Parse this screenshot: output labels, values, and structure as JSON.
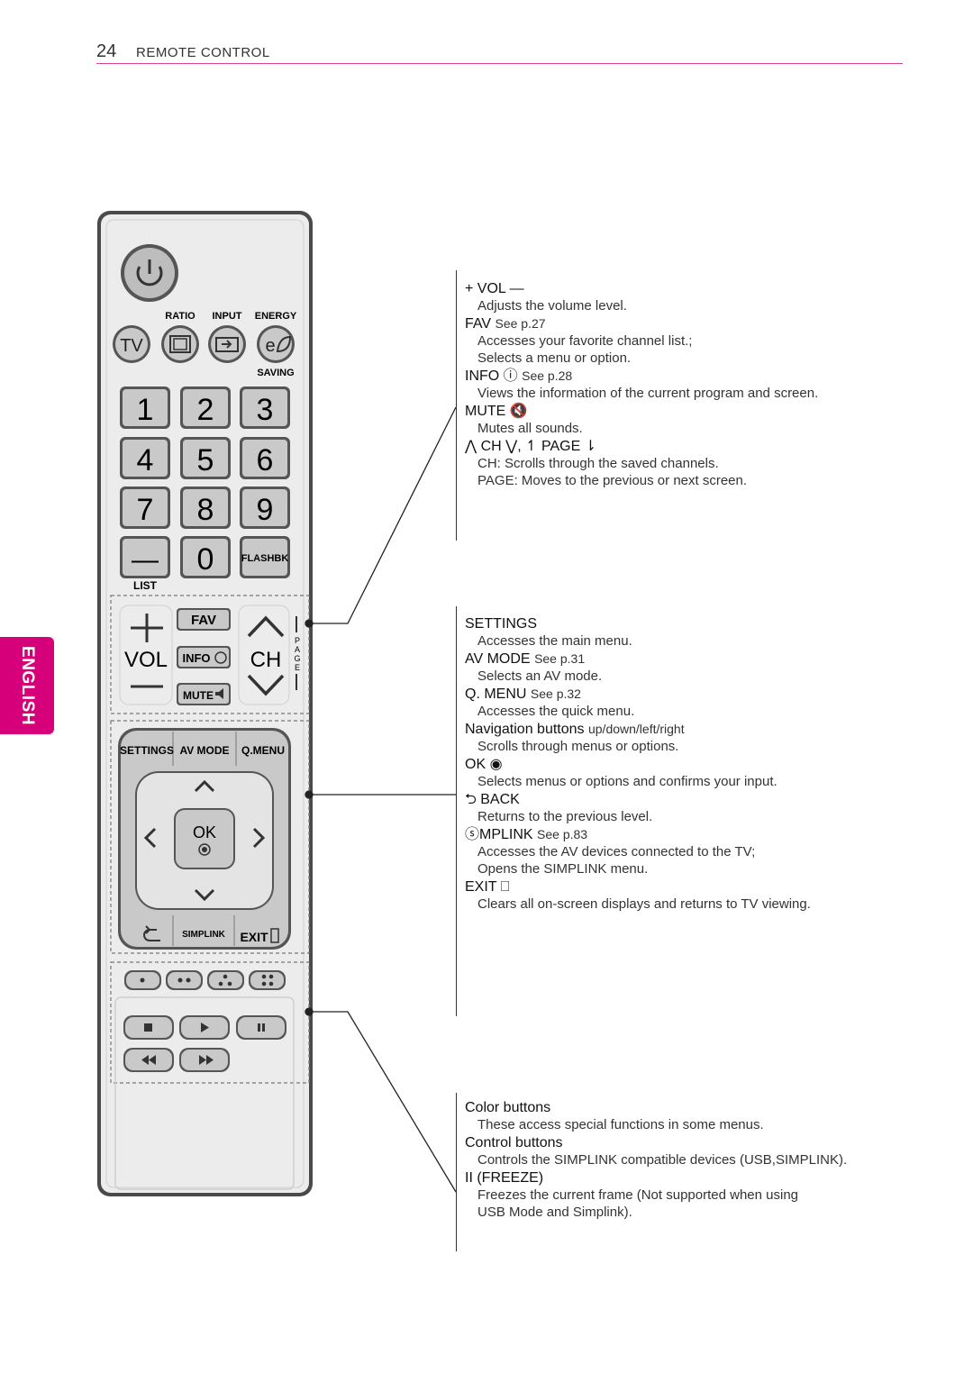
{
  "header": {
    "page_number": "24",
    "title": "REMOTE CONTROL"
  },
  "language_tab": "ENGLISH",
  "remote": {
    "labels": {
      "ratio": "RATIO",
      "input": "INPUT",
      "energy": "ENERGY",
      "saving": "SAVING",
      "tv": "TV",
      "keys": [
        "1",
        "2",
        "3",
        "4",
        "5",
        "6",
        "7",
        "8",
        "9"
      ],
      "dash": "—",
      "zero": "0",
      "flashbk": "FLASHBK",
      "list": "LIST",
      "fav": "FAV",
      "vol": "VOL",
      "info": "INFO",
      "mute": "MUTE",
      "ch": "CH",
      "page_letters": [
        "P",
        "A",
        "G",
        "E"
      ],
      "settings": "SETTINGS",
      "av_mode": "AV MODE",
      "q_menu": "Q.MENU",
      "ok": "OK",
      "simplink": "SIMPLINK",
      "exit": "EXIT"
    },
    "colors": {
      "body": "#ececec",
      "outline": "#555555",
      "button": "#c9c9c9",
      "accent": "#d6007a"
    }
  },
  "group1": [
    {
      "title": "+ VOL —",
      "see": "",
      "desc": [
        "Adjusts the volume level."
      ]
    },
    {
      "title": "FAV",
      "see": "See p.27",
      "desc": [
        "Accesses your favorite channel list.;",
        "Selects a menu or option."
      ]
    },
    {
      "title": "INFO ⓘ",
      "see": "See p.28",
      "desc": [
        "Views the information of the current program and screen."
      ]
    },
    {
      "title": "MUTE 🔇",
      "see": "",
      "desc": [
        "Mutes all sounds."
      ]
    },
    {
      "title": "⋀ CH ⋁, ↿ PAGE ⇂",
      "see": "",
      "desc": [
        "CH: Scrolls through the saved channels.",
        "PAGE: Moves to the previous or next screen."
      ]
    }
  ],
  "group2": [
    {
      "title": "SETTINGS",
      "see": "",
      "desc": [
        "Accesses the main menu."
      ]
    },
    {
      "title": "AV MODE",
      "see": "See p.31",
      "desc": [
        "Selects an AV mode."
      ]
    },
    {
      "title": "Q. MENU",
      "see": "See p.32",
      "desc": [
        "Accesses the quick menu."
      ]
    },
    {
      "title": "Navigation buttons",
      "see": "up/down/left/right",
      "desc": [
        "Scrolls through menus or options."
      ]
    },
    {
      "title": "OK ◉",
      "see": "",
      "desc": [
        "Selects menus or options and confirms your input."
      ]
    },
    {
      "title": "⮌ BACK",
      "see": "",
      "desc": [
        "Returns to the previous level."
      ]
    },
    {
      "title": "ⓢMPLINK",
      "see": "See p.83",
      "desc": [
        "Accesses the AV devices connected to the TV;",
        "Opens the SIMPLINK menu."
      ]
    },
    {
      "title": "EXIT ⎕",
      "see": "",
      "desc": [
        "Clears all on-screen displays and returns to TV viewing."
      ]
    }
  ],
  "group3": [
    {
      "title": "Color buttons",
      "see": "",
      "desc": [
        "These access special functions in some menus."
      ]
    },
    {
      "title": "Control buttons",
      "see": "",
      "desc": [
        "Controls the SIMPLINK compatible devices (USB,SIMPLINK)."
      ]
    },
    {
      "title": "II (FREEZE)",
      "see": "",
      "desc": [
        "Freezes the current frame (Not supported when using",
        "USB Mode and Simplink)."
      ]
    }
  ]
}
